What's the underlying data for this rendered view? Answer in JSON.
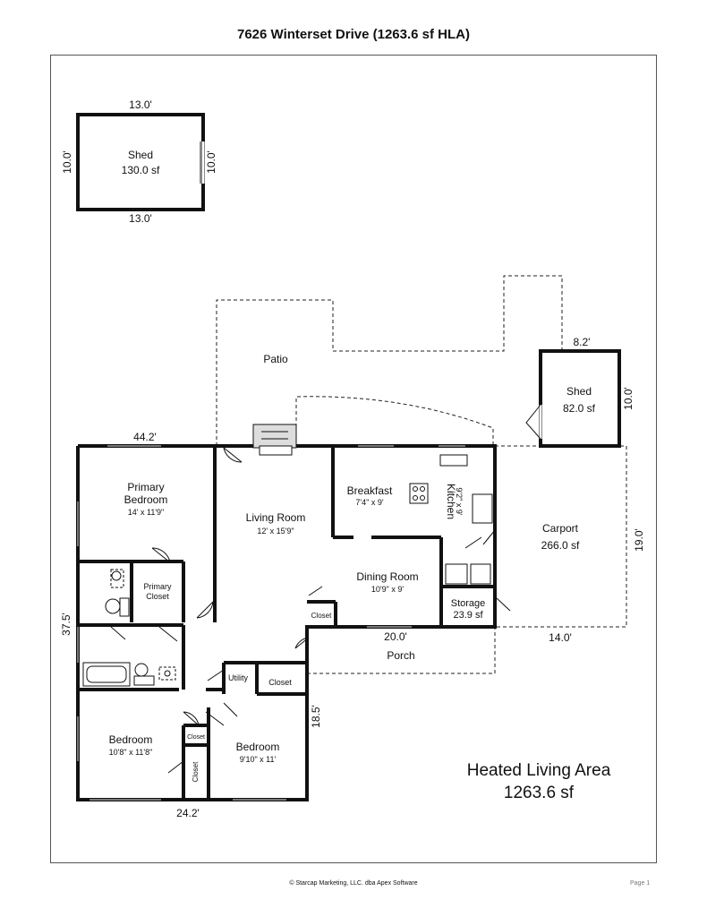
{
  "page": {
    "title": "7626 Winterset Drive (1263.6 sf HLA)",
    "footer": "© Starcap Marketing, LLC. dba Apex Software",
    "page_number": "Page 1"
  },
  "summary": {
    "heading": "Heated Living Area",
    "value": "1263.6 sf"
  },
  "dimensions": {
    "shed1_top": "13.0'",
    "shed1_bottom": "13.0'",
    "shed1_left": "10.0'",
    "shed1_right": "10.0'",
    "shed2_top": "8.2'",
    "shed2_right": "10.0'",
    "house_top": "44.2'",
    "house_left": "37.5'",
    "house_bottom": "24.2'",
    "wing_side": "18.5'",
    "porch": "20.0'",
    "carport_bottom": "14.0'",
    "carport_right": "19.0'"
  },
  "rooms": {
    "shed1": {
      "name": "Shed",
      "area": "130.0 sf"
    },
    "shed2": {
      "name": "Shed",
      "area": "82.0 sf"
    },
    "patio": {
      "name": "Patio"
    },
    "primary_bedroom": {
      "name_line1": "Primary",
      "name_line2": "Bedroom",
      "size": "14' x 11'9\""
    },
    "living_room": {
      "name": "Living Room",
      "size": "12' x 15'9\""
    },
    "breakfast": {
      "name": "Breakfast",
      "size": "7'4\" x 9'"
    },
    "kitchen": {
      "name": "Kitchen",
      "size": "9'2\" x 9'"
    },
    "carport": {
      "name": "Carport",
      "area": "266.0 sf"
    },
    "dining_room": {
      "name": "Dining Room",
      "size": "10'9\" x 9'"
    },
    "storage": {
      "name": "Storage",
      "area": "23.9 sf"
    },
    "primary_closet": {
      "name_line1": "Primary",
      "name_line2": "Closet"
    },
    "closet_dining": {
      "name": "Closet"
    },
    "porch": {
      "name": "Porch"
    },
    "utility": {
      "name": "Utility"
    },
    "closet_hall": {
      "name": "Closet"
    },
    "bedroom_left": {
      "name": "Bedroom",
      "size": "10'8\" x 11'8\""
    },
    "bedroom_right": {
      "name": "Bedroom",
      "size": "9'10\" x 11'"
    },
    "closet_small": {
      "name": "Closet"
    },
    "closet_vertical": {
      "name": "Closet"
    }
  }
}
